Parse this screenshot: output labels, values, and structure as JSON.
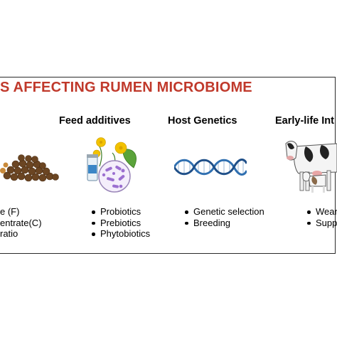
{
  "title": {
    "text": "S AFFECTING RUMEN MICROBIOME",
    "color": "#c0392b"
  },
  "columns": [
    {
      "heading": "",
      "items": [
        "e (F)",
        "entrate(C)",
        "ratio"
      ]
    },
    {
      "heading": "Feed additives",
      "items": [
        "Probiotics",
        "Prebiotics",
        "Phytobiotics"
      ]
    },
    {
      "heading": "Host Genetics",
      "items": [
        "Genetic selection",
        "Breeding"
      ]
    },
    {
      "heading": "Early-life Int",
      "items": [
        "Wear",
        "Supp"
      ]
    }
  ],
  "icons": {
    "feed": "pellet-pile-icon",
    "additives": "herbs-vial-microbes-icon",
    "genetics": "dna-helix-icon",
    "early_life": "cow-and-calf-icon"
  },
  "colors": {
    "dna_blue": "#2f6fb0",
    "pellet_brown": "#6b4522",
    "flower_yellow": "#f2c200"
  }
}
